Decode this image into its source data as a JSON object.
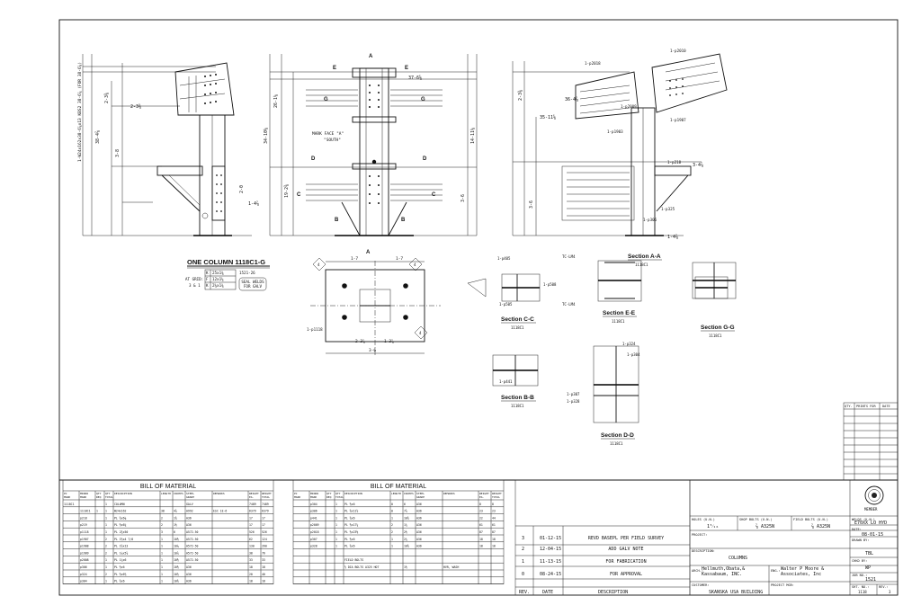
{
  "main_views": {
    "mark_face_label": "MARK FACE \"A\"",
    "mark_face_dir": "\"SOUTH\"",
    "callouts": [
      "E",
      "E",
      "A",
      "G",
      "G",
      "D",
      "D",
      "C",
      "C",
      "B",
      "B",
      "A"
    ],
    "dims_left": [
      "2-3⅜",
      "2-3⅜",
      "3-8",
      "38-4⅞",
      "2-0",
      "1-4⅞"
    ],
    "dims_mid": [
      "34-10⅛",
      "37-6⅝",
      "26-1⅛",
      "19-2⅜",
      "3-6",
      "14-11⅛"
    ],
    "dims_right": [
      "2-3⅜",
      "35-11⅝",
      "36-4⅞",
      "3-6",
      "3-4⅞",
      "1-4⅞"
    ],
    "vertical_note": "1-W24x162x38-6⅞x13  KBS2  38-6⅞ (FOR 38-6⅞)",
    "right_parts": [
      "1-p2018",
      "1-p2010",
      "1-p2009",
      "1-p1907",
      "1-p1903",
      "1-p325",
      "1-p306",
      "1-p218"
    ]
  },
  "column_title": {
    "title": "ONE COLUMN 1118C1-G",
    "job": "1521-26",
    "row1_k": "K",
    "row1_v": "25x1⅜",
    "grid_label1": "AT GRID:",
    "grid_label2": "3 & 1",
    "row2_k": "F",
    "row2_v": "12x1¼",
    "row3_k": "K",
    "row3_v": "2⅝x1⅜",
    "note": "SEAL WELDS FOR GALV"
  },
  "base_plate": {
    "dims": [
      "1-7",
      "1-7",
      "2-3⅞",
      "1-3⅞",
      "3-6"
    ],
    "part": "1-p1118",
    "markers": [
      "4",
      "4",
      "4"
    ]
  },
  "sections": [
    {
      "title": "Section C-C",
      "sub": "1118C1",
      "parts": [
        "1-p405",
        "1-p508",
        "1-p505"
      ]
    },
    {
      "title": "Section E-E",
      "sub": "1118C1",
      "parts": [
        "TC-LM4",
        "TC-LM4"
      ]
    },
    {
      "title": "Section A-A",
      "sub": "1118C1",
      "parts": []
    },
    {
      "title": "Section G-G",
      "sub": "1118C1",
      "parts": []
    },
    {
      "title": "Section B-B",
      "sub": "1118C1",
      "parts": [
        "1-p441"
      ]
    },
    {
      "title": "Section D-D",
      "sub": "1118C1",
      "parts": [
        "1-p324",
        "1-p304",
        "1-p307",
        "1-p328"
      ]
    }
  ],
  "bom_left": {
    "title": "BILL OF MATERIAL",
    "headers": [
      "PC MARK",
      "MINOR MARK",
      "QTY REQ",
      "QTY TOTAL",
      "DESCRIPTION",
      "LENGTH",
      "INCHES",
      "STEEL GRADE",
      "REMARKS",
      "WEIGHT EA.",
      "WEIGHT TOTAL"
    ],
    "rows": [
      [
        "1118C1",
        "",
        "",
        "1",
        "COLUMN",
        "",
        "",
        "GALV",
        "",
        "7489",
        "7489"
      ],
      [
        "",
        "1118C1",
        "1",
        "1",
        "W24x162",
        "38",
        "4⅞",
        "A992",
        "ESC 1E-6",
        "6379",
        "6379"
      ],
      [
        "",
        "p218",
        "",
        "1",
        "PL ⅝x6¼",
        "2",
        "1⅛",
        "A36",
        "",
        "17",
        "17"
      ],
      [
        "",
        "p219",
        "",
        "1",
        "PL ⅝x6¼",
        "2",
        "1⅛",
        "A36",
        "",
        "17",
        "17"
      ],
      [
        "",
        "p1118",
        "",
        "1",
        "PL 2¾x50",
        "3",
        "6",
        "A572-50",
        "",
        "526",
        "526"
      ],
      [
        "",
        "p1907",
        "",
        "2",
        "PL 1⅝x4 7/8",
        "1",
        "10⅝",
        "A572-50",
        "",
        "62",
        "124"
      ],
      [
        "",
        "p1908",
        "",
        "2",
        "PL 1⅝x13",
        "1",
        "10¼",
        "A572-50",
        "",
        "130",
        "260"
      ],
      [
        "",
        "p1909",
        "",
        "2",
        "PL 1¼x5⅞",
        "1",
        "10⅞",
        "A572-50",
        "",
        "38",
        "76"
      ],
      [
        "",
        "p2008",
        "",
        "1",
        "PL 1¼x6",
        "1",
        "10⅝",
        "A572-50",
        "",
        "33",
        "33"
      ],
      [
        "",
        "p306",
        "",
        "1",
        "PL ⅝x6",
        "1",
        "10⅝",
        "A36",
        "",
        "18",
        "18"
      ],
      [
        "",
        "p324",
        "",
        "2",
        "PL ⅝x6⅞",
        "1",
        "10⅞",
        "A36",
        "",
        "20",
        "40"
      ],
      [
        "",
        "p304",
        "",
        "1",
        "PL ⅝x6",
        "1",
        "10⅝",
        "A36",
        "",
        "18",
        "18"
      ]
    ]
  },
  "bom_right": {
    "title": "BILL OF MATERIAL",
    "headers": [
      "PC MARK",
      "MINOR MARK",
      "QTY REQ",
      "QTY TOTAL",
      "DESCRIPTION",
      "LENGTH",
      "INCHES",
      "STEEL GRADE",
      "REMARKS",
      "WEIGHT EA.",
      "WEIGHT TOTAL"
    ],
    "rows": [
      [
        "",
        "p304",
        "",
        "1",
        "PL ⅝x6",
        "0",
        "6",
        "A36",
        "",
        "8",
        "8"
      ],
      [
        "",
        "p306",
        "",
        "1",
        "PL ⅝x11½",
        "0",
        "7⅞",
        "A36",
        "",
        "23",
        "23"
      ],
      [
        "",
        "p441",
        "",
        "1",
        "PL ⅝x6",
        "1",
        "10⅛",
        "A36",
        "",
        "22",
        "44"
      ],
      [
        "",
        "p2009",
        "",
        "1",
        "PL ⅝x17¼",
        "2",
        "1¼",
        "A36",
        "",
        "61",
        "61"
      ],
      [
        "",
        "p2018",
        "",
        "1",
        "PL ⅝x23⅛",
        "2",
        "2⅛",
        "A36",
        "",
        "87",
        "87"
      ],
      [
        "",
        "p307",
        "",
        "1",
        "PL ⅝x6",
        "1",
        "2¼",
        "A36",
        "",
        "18",
        "18"
      ],
      [
        "",
        "p328",
        "",
        "1",
        "PL ⅝x6",
        "1",
        "10⅝",
        "A36",
        "",
        "18",
        "18"
      ],
      [
        "",
        "",
        "",
        "",
        "",
        "",
        "",
        "",
        "",
        "",
        ""
      ],
      [
        "",
        "",
        "",
        "",
        "FIELD BOLTS",
        "",
        "",
        "",
        "",
        "",
        ""
      ],
      [
        "",
        "",
        "",
        "",
        "⅞ DIA BOLTS A325 HOT",
        "",
        "1⅛",
        "",
        "HVR, WASH",
        "",
        ""
      ],
      [
        "",
        "",
        "",
        "",
        "",
        "",
        "",
        "",
        "",
        "",
        ""
      ],
      [
        "",
        "",
        "",
        "",
        "",
        "",
        "",
        "",
        "",
        "",
        ""
      ]
    ]
  },
  "revisions": {
    "rows": [
      {
        "rev": "3",
        "date": "01-12-15",
        "desc": "REVD BASEPL PER FIELD SURVEY"
      },
      {
        "rev": "2",
        "date": "12-04-15",
        "desc": "ADD GALV NOTE"
      },
      {
        "rev": "1",
        "date": "11-13-15",
        "desc": "FOR FABRICATION"
      },
      {
        "rev": "0",
        "date": "08-24-15",
        "desc": "FOR APPROVAL"
      }
    ],
    "header": {
      "rev": "REV.",
      "date": "DATE",
      "desc": "DESCRIPTION"
    }
  },
  "qty_table": {
    "headers": [
      "QTY.",
      "PRINTS FOR",
      "DATE"
    ]
  },
  "title_block": {
    "holes_label": "HOLES (U.N.)",
    "holes_value": "1⁵⁄₁₆",
    "shop_bolts_label": "SHOP BOLTS (U.N.)",
    "shop_bolts_value": "⅞ A325N",
    "field_bolts_label": "FIELD BOLTS (U.N.)",
    "field_bolts_value": "⅞ A325N",
    "welds_label": "WELDS (U.N.)",
    "welds_value": "E70XX LO HYD",
    "project_label": "PROJECT:",
    "description_label": "DESCRIPTION:",
    "description_value": "COLUMNS",
    "arch_label": "ARCH.:",
    "arch_value": "Hellmuth,Obata,& Kassabaum, INC.",
    "eng_label": "ENG.:",
    "eng_value": "Walter P Moore & Associates, Inc",
    "customer_label": "CUSTOMER:",
    "customer_value": "SKANSKA USA BUILDING",
    "project_mgr_label": "PROJECT MGR:",
    "date_label": "DATE:",
    "date_value": "08-01-15",
    "drawn_label": "DRAWN BY:",
    "drawn_value": "TBL",
    "chkd_label": "CHKD BY:",
    "chkd_value": "WP",
    "job_label": "JOB NO.:",
    "job_value": "1521",
    "sht_label": "SHT. NO.:",
    "sht_value": "1118",
    "rev_label": "REV.:",
    "rev_value": "3",
    "seal_text": "MEMBER"
  }
}
